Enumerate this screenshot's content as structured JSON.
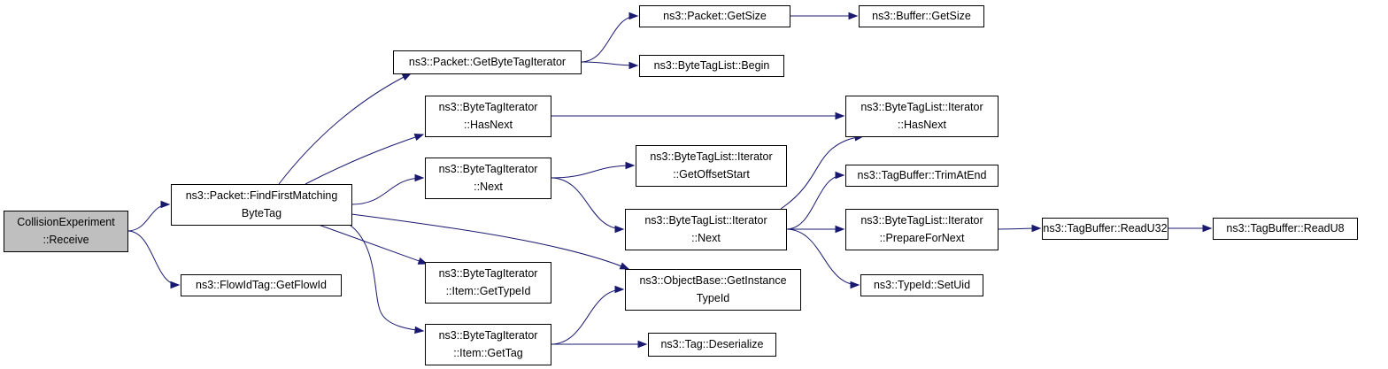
{
  "graph": {
    "edge_color": "#191970",
    "root_fill": "#bfbfbf",
    "nodes": [
      {
        "id": "n_receive",
        "lines": [
          "CollisionExperiment",
          "::Receive"
        ],
        "root": true
      },
      {
        "id": "n_findfirst",
        "lines": [
          "ns3::Packet::FindFirstMatching",
          "ByteTag"
        ]
      },
      {
        "id": "n_flowid",
        "lines": [
          "ns3::FlowIdTag::GetFlowId"
        ]
      },
      {
        "id": "n_getbytetagit",
        "lines": [
          "ns3::Packet::GetByteTagIterator"
        ]
      },
      {
        "id": "n_bti_hasnext",
        "lines": [
          "ns3::ByteTagIterator",
          "::HasNext"
        ]
      },
      {
        "id": "n_bti_next",
        "lines": [
          "ns3::ByteTagIterator",
          "::Next"
        ]
      },
      {
        "id": "n_objbase",
        "lines": [
          "ns3::ObjectBase::GetInstance",
          "TypeId"
        ]
      },
      {
        "id": "n_item_gettypeid",
        "lines": [
          "ns3::ByteTagIterator",
          "::Item::GetTypeId"
        ]
      },
      {
        "id": "n_item_gettag",
        "lines": [
          "ns3::ByteTagIterator",
          "::Item::GetTag"
        ]
      },
      {
        "id": "n_pkt_getsize",
        "lines": [
          "ns3::Packet::GetSize"
        ]
      },
      {
        "id": "n_btl_begin",
        "lines": [
          "ns3::ByteTagList::Begin"
        ]
      },
      {
        "id": "n_btli_getoffset",
        "lines": [
          "ns3::ByteTagList::Iterator",
          "::GetOffsetStart"
        ]
      },
      {
        "id": "n_btli_next",
        "lines": [
          "ns3::ByteTagList::Iterator",
          "::Next"
        ]
      },
      {
        "id": "n_tag_deser",
        "lines": [
          "ns3::Tag::Deserialize"
        ]
      },
      {
        "id": "n_buf_getsize",
        "lines": [
          "ns3::Buffer::GetSize"
        ]
      },
      {
        "id": "n_btli_hasnext",
        "lines": [
          "ns3::ByteTagList::Iterator",
          "::HasNext"
        ]
      },
      {
        "id": "n_tagbuf_trim",
        "lines": [
          "ns3::TagBuffer::TrimAtEnd"
        ]
      },
      {
        "id": "n_btli_prep",
        "lines": [
          "ns3::ByteTagList::Iterator",
          "::PrepareForNext"
        ]
      },
      {
        "id": "n_typeid_setuid",
        "lines": [
          "ns3::TypeId::SetUid"
        ]
      },
      {
        "id": "n_tagbuf_u32",
        "lines": [
          "ns3::TagBuffer::ReadU32"
        ]
      },
      {
        "id": "n_tagbuf_u8",
        "lines": [
          "ns3::TagBuffer::ReadU8"
        ]
      }
    ],
    "edges": [
      {
        "from": "n_receive",
        "to": "n_findfirst"
      },
      {
        "from": "n_receive",
        "to": "n_flowid"
      },
      {
        "from": "n_findfirst",
        "to": "n_getbytetagit"
      },
      {
        "from": "n_findfirst",
        "to": "n_bti_hasnext"
      },
      {
        "from": "n_findfirst",
        "to": "n_bti_next"
      },
      {
        "from": "n_findfirst",
        "to": "n_objbase"
      },
      {
        "from": "n_findfirst",
        "to": "n_item_gettypeid"
      },
      {
        "from": "n_findfirst",
        "to": "n_item_gettag"
      },
      {
        "from": "n_getbytetagit",
        "to": "n_pkt_getsize"
      },
      {
        "from": "n_getbytetagit",
        "to": "n_btl_begin"
      },
      {
        "from": "n_pkt_getsize",
        "to": "n_buf_getsize"
      },
      {
        "from": "n_bti_hasnext",
        "to": "n_btli_hasnext"
      },
      {
        "from": "n_bti_next",
        "to": "n_btli_getoffset"
      },
      {
        "from": "n_bti_next",
        "to": "n_btli_next"
      },
      {
        "from": "n_btli_next",
        "to": "n_btli_hasnext"
      },
      {
        "from": "n_btli_next",
        "to": "n_tagbuf_trim"
      },
      {
        "from": "n_btli_next",
        "to": "n_btli_prep"
      },
      {
        "from": "n_btli_next",
        "to": "n_typeid_setuid"
      },
      {
        "from": "n_btli_prep",
        "to": "n_tagbuf_u32"
      },
      {
        "from": "n_tagbuf_u32",
        "to": "n_tagbuf_u8"
      },
      {
        "from": "n_item_gettag",
        "to": "n_objbase"
      },
      {
        "from": "n_item_gettag",
        "to": "n_tag_deser"
      }
    ]
  }
}
